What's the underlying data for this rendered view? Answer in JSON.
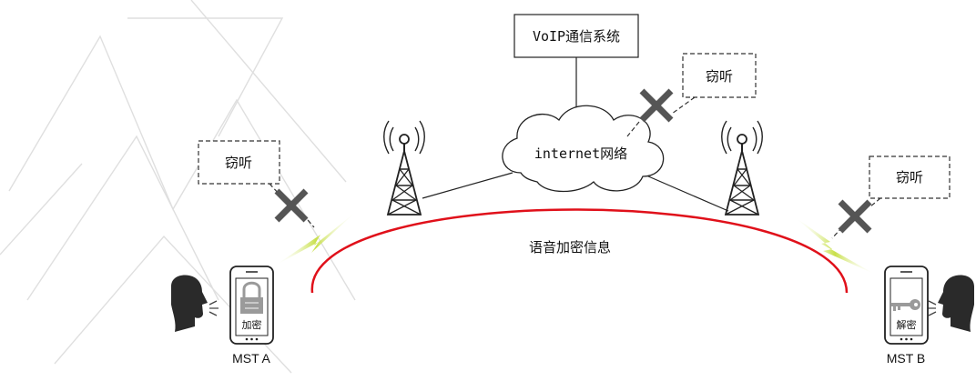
{
  "voip_system": {
    "label": "VoIP通信系统"
  },
  "network": {
    "label": "internet网络"
  },
  "eavesdrop_label": "窃听",
  "encrypted_voice": {
    "label": "语音加密信息"
  },
  "terminal_a": {
    "label": "MST A",
    "action": "加密"
  },
  "terminal_b": {
    "label": "MST B",
    "action": "解密"
  },
  "colors": {
    "encrypted_link": "#e0101a",
    "cross": "#555555",
    "lightning": "#c8e04a"
  }
}
